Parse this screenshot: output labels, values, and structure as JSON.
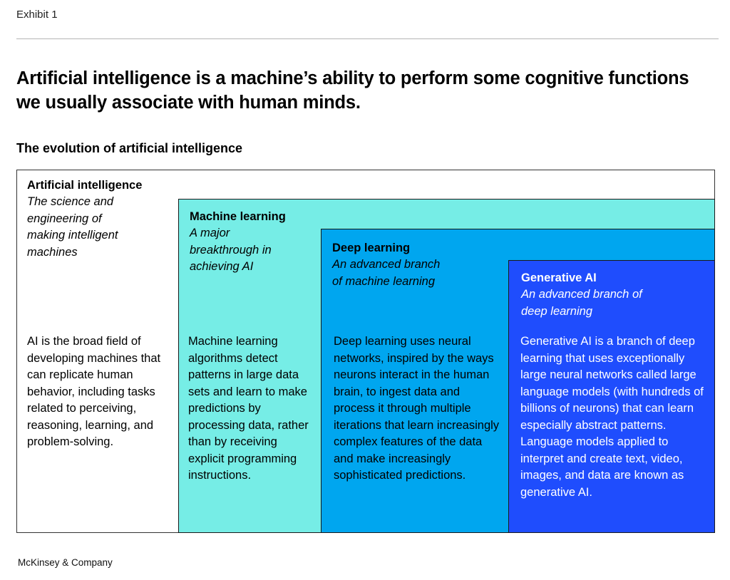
{
  "header": {
    "exhibit": "Exhibit 1",
    "headline": "Artificial intelligence is a machine’s ability to perform some cognitive functions we usually associate with human minds.",
    "subhead": "The evolution of artificial intelligence"
  },
  "colors": {
    "artificial_intelligence": "#ffffff",
    "machine_learning": "#76ede6",
    "deep_learning": "#00a6ef",
    "generative_ai": "#1f4dfd"
  },
  "nodes": [
    {
      "title": "Artificial intelligence",
      "tagline": "The science and engineering of making intelligent machines",
      "description": "AI is the broad field of developing machines that can replicate human behavior, including tasks related to perceiving, reasoning, learning, and problem-solving."
    },
    {
      "title": "Machine learning",
      "tagline": "A major breakthrough in achieving AI",
      "description": "Machine learning algorithms detect patterns in large data sets and learn to make predictions by processing data, rather than by receiving explicit programming instructions."
    },
    {
      "title": "Deep learning",
      "tagline": "An advanced branch of machine learning",
      "description": "Deep learning uses neural networks, inspired by the ways neurons interact in the human brain, to ingest data and process it through multiple iterations that learn increasingly complex features of the data and make increasingly sophisticated predictions."
    },
    {
      "title": "Generative AI",
      "tagline": "An advanced branch of deep learning",
      "description": "Generative AI is a branch of deep learning that uses exceptionally large neural networks called large language models (with hundreds of billions of neurons) that can learn especially abstract patterns. Language models applied to interpret and create text, video, images, and data are known as generative AI."
    }
  ],
  "footer": {
    "brand": "McKinsey & Company"
  }
}
